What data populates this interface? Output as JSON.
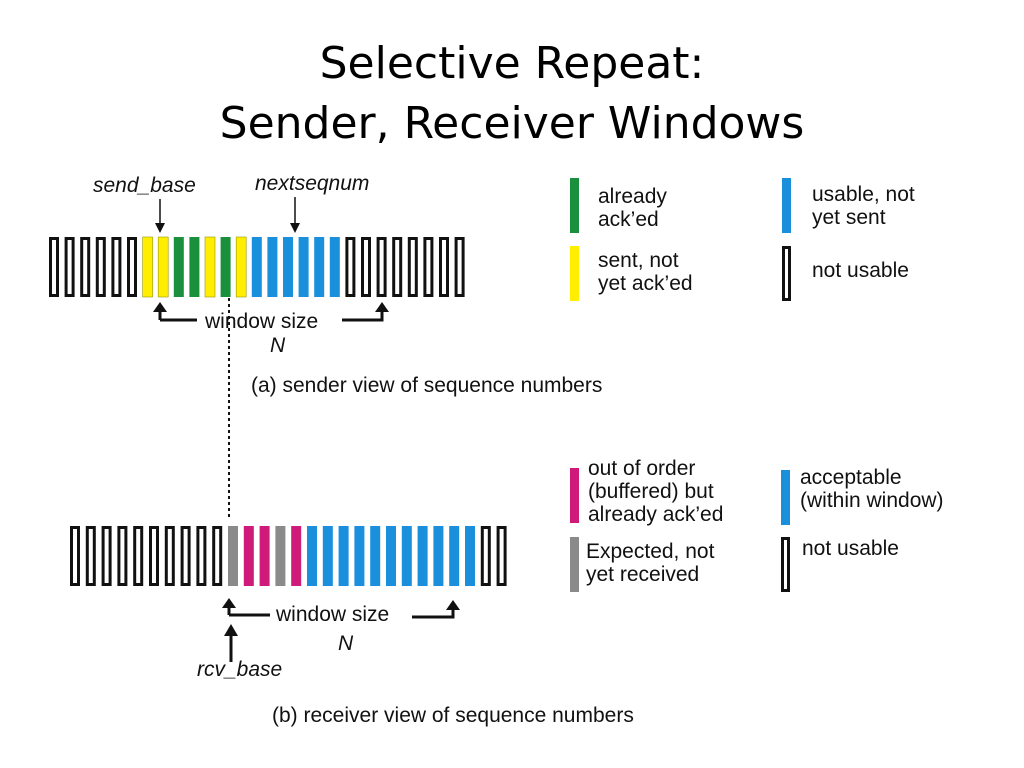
{
  "title": {
    "line1": "Selective Repeat:",
    "line2": "Sender, Receiver Windows"
  },
  "colors": {
    "acked": "#1a8f3c",
    "sent_not_acked": "#ffee00",
    "usable": "#1a8fdc",
    "not_usable_stroke": "#111111",
    "buffered_acked": "#d01a7a",
    "expected": "#8a8a8a"
  },
  "sender": {
    "send_base_label": "send_base",
    "nextseqnum_label": "nextseqnum",
    "window_label": "window size",
    "window_n": "N",
    "caption": "(a) sender view of sequence numbers",
    "slots": [
      "n",
      "n",
      "n",
      "n",
      "n",
      "n",
      "y",
      "y",
      "g",
      "g",
      "y",
      "g",
      "y",
      "b",
      "b",
      "b",
      "b",
      "b",
      "b",
      "n",
      "n",
      "n",
      "n",
      "n",
      "n",
      "n",
      "n"
    ]
  },
  "receiver": {
    "rcv_base_label": "rcv_base",
    "window_label": "window size",
    "window_n": "N",
    "caption": "(b) receiver view of sequence numbers",
    "slots": [
      "n",
      "n",
      "n",
      "n",
      "n",
      "n",
      "n",
      "n",
      "n",
      "n",
      "e",
      "p",
      "p",
      "e",
      "p",
      "b",
      "b",
      "b",
      "b",
      "b",
      "b",
      "b",
      "b",
      "b",
      "b",
      "b",
      "n",
      "n"
    ]
  },
  "legend_sender": [
    {
      "key": "g",
      "label_lines": [
        "already",
        "ack’ed"
      ]
    },
    {
      "key": "y",
      "label_lines": [
        "sent, not",
        "yet ack’ed"
      ]
    },
    {
      "key": "b",
      "label_lines": [
        "usable, not",
        "yet sent"
      ]
    },
    {
      "key": "n",
      "label_lines": [
        "not usable"
      ]
    }
  ],
  "legend_receiver": [
    {
      "key": "p",
      "label_lines": [
        "out of order",
        "(buffered) but",
        "already ack’ed"
      ]
    },
    {
      "key": "e",
      "label_lines": [
        "Expected,  not",
        "yet received"
      ]
    },
    {
      "key": "b",
      "label_lines": [
        "acceptable",
        "(within window)"
      ]
    },
    {
      "key": "n",
      "label_lines": [
        "not usable"
      ]
    }
  ]
}
